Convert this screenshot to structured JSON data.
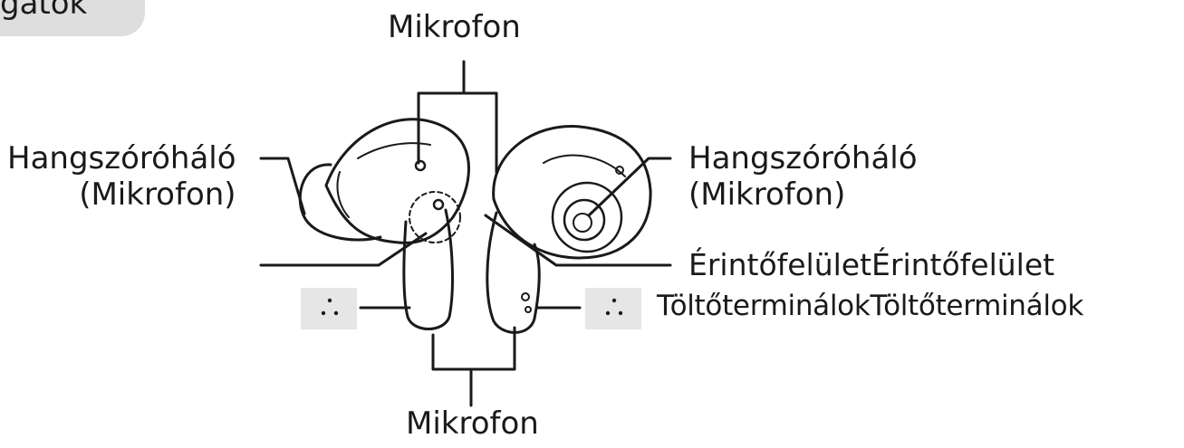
{
  "section_tab": "gatok",
  "labels": {
    "mic_top": "Mikrofon",
    "mic_bottom": "Mikrofon",
    "speaker_mesh_left": "Hangszóróháló",
    "speaker_mesh_left_sub": "(Mikrofon)",
    "speaker_mesh_right": "Hangszóróháló",
    "speaker_mesh_right_sub": "(Mikrofon)",
    "touchpad": "ÉrintőfelületÉrintőfelület",
    "charging_terminals": "TöltőterminálokTöltőterminálok"
  },
  "colors": {
    "line": "#1a1a1a",
    "tab_bg": "#dedede",
    "terminal_box": "#e6e6e6"
  }
}
